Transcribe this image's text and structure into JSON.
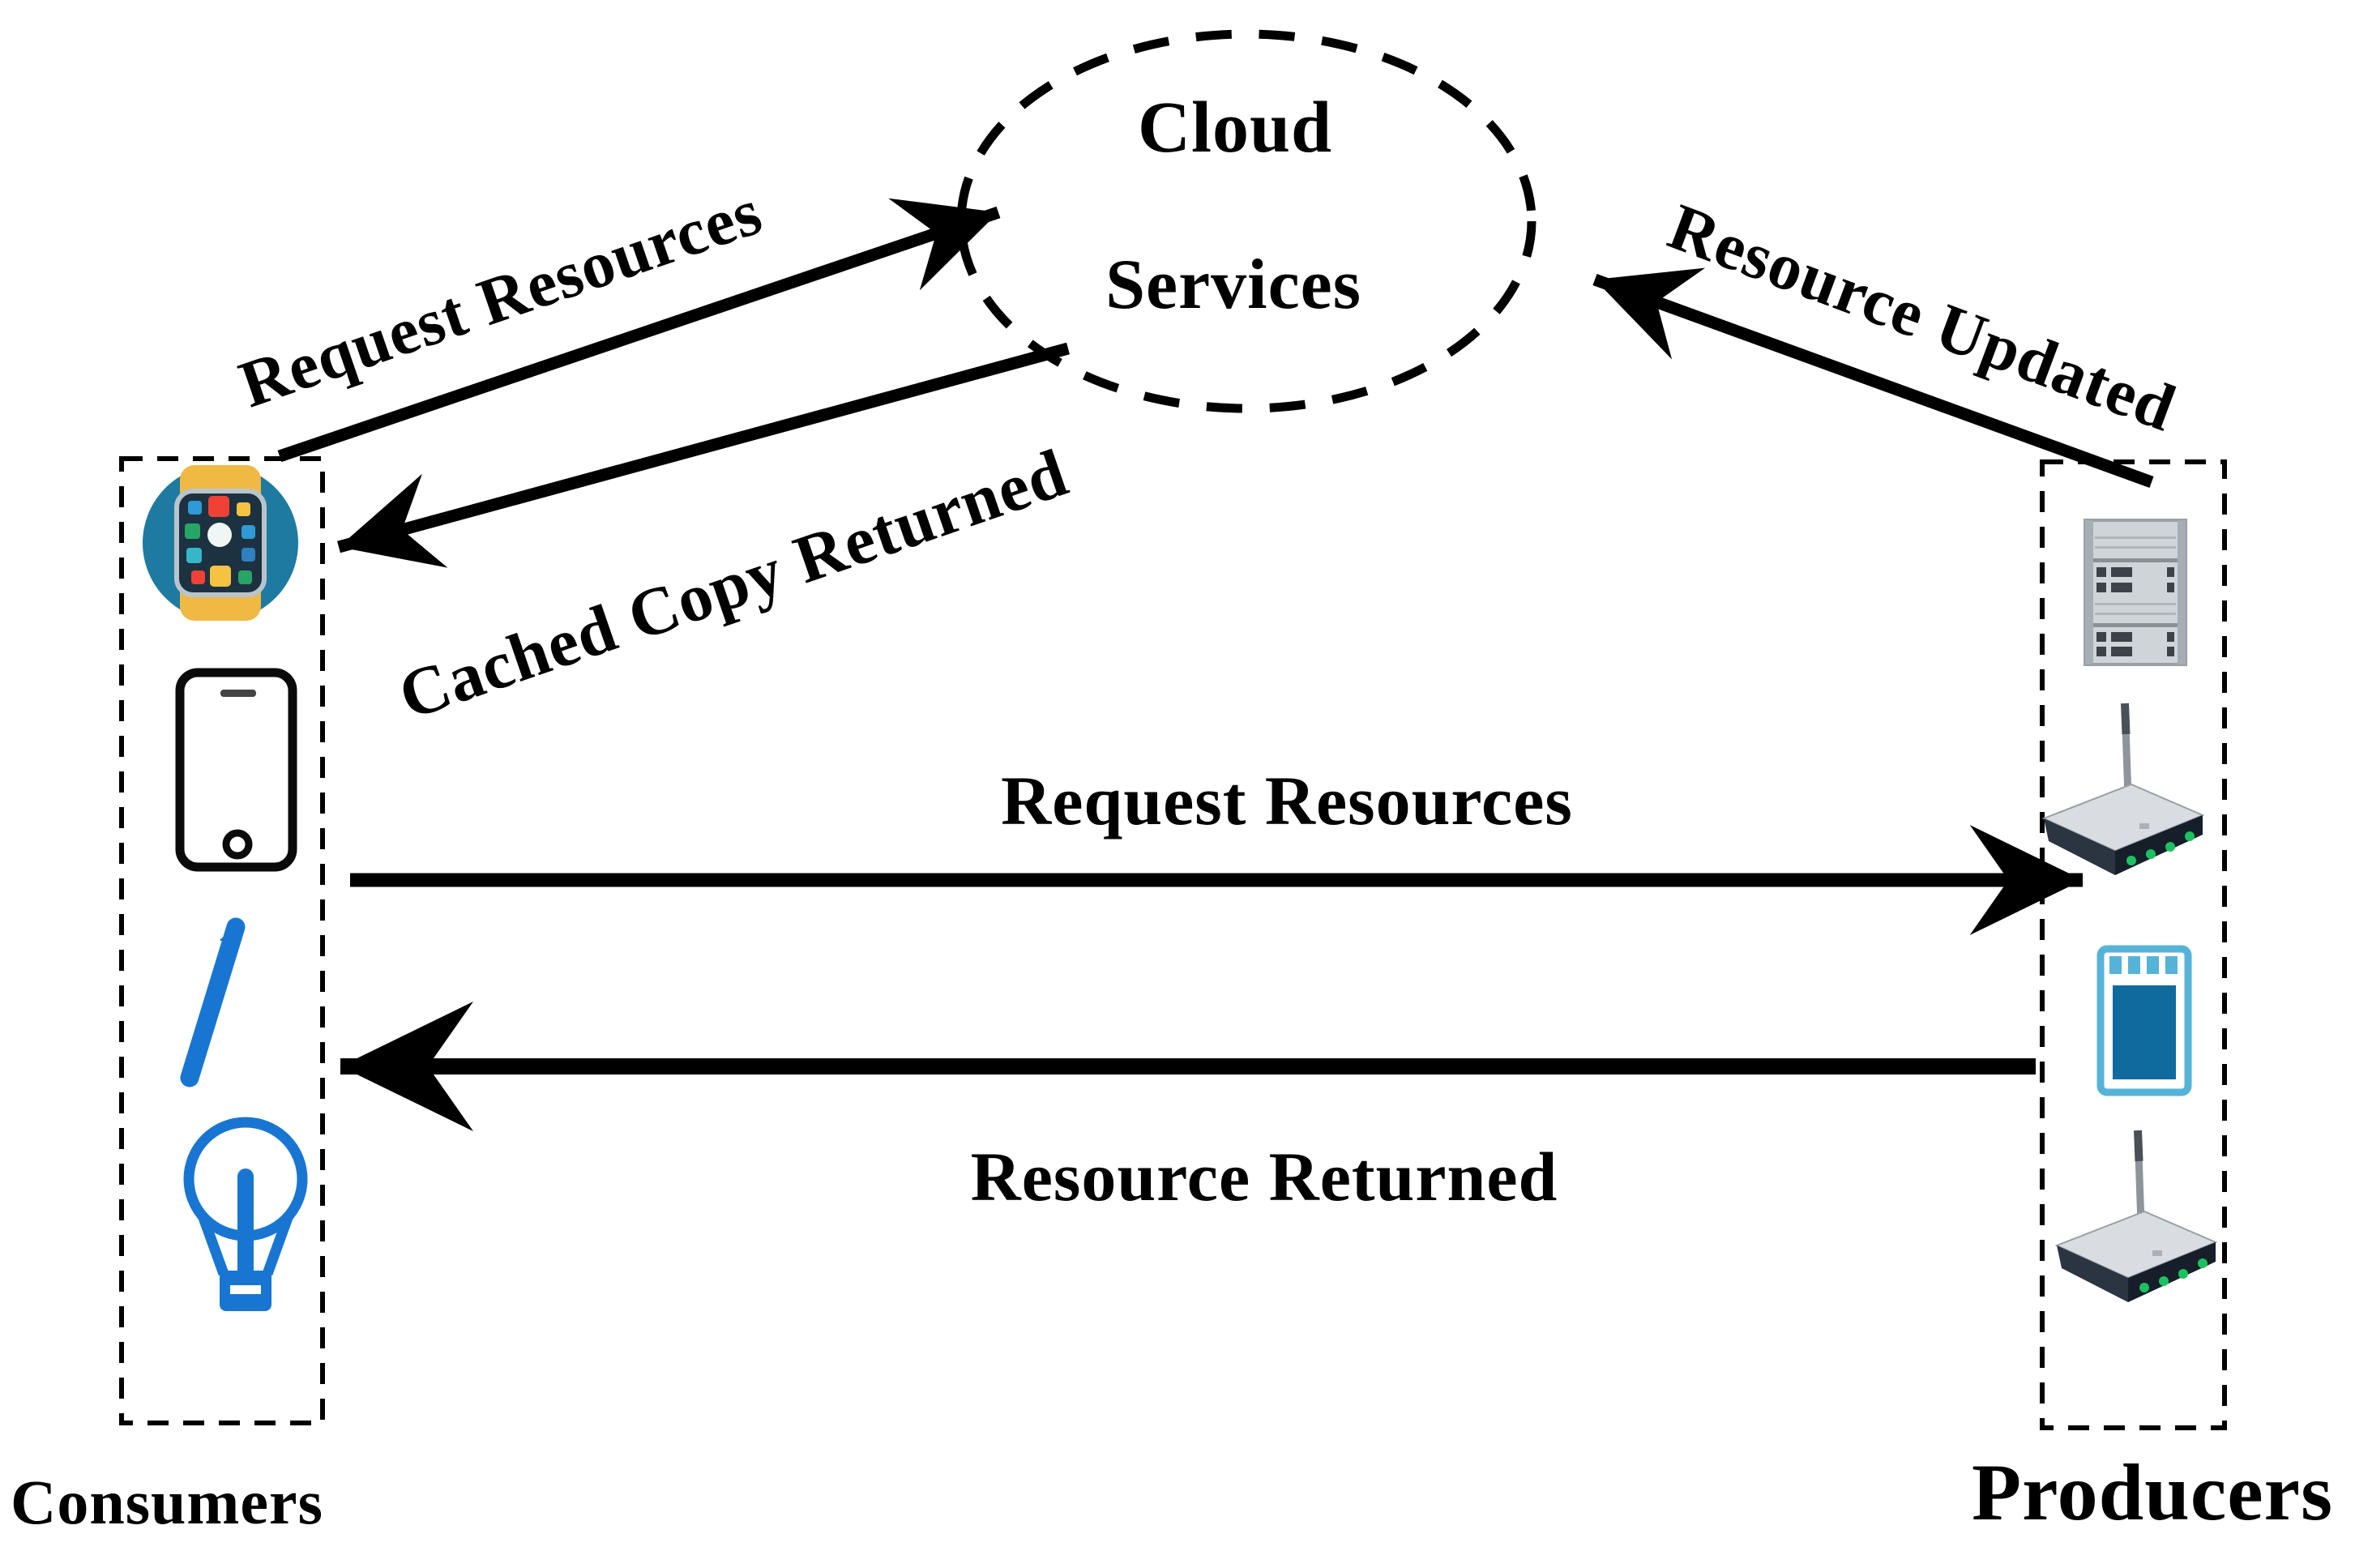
{
  "figure": {
    "type": "network-diagram",
    "cloud": {
      "line1": "Cloud",
      "line2": "Services"
    },
    "arrows": [
      {
        "id": "consumer-to-cloud",
        "label": "Request Resources",
        "from": "Consumers",
        "to": "Cloud Services"
      },
      {
        "id": "cloud-to-consumer",
        "label": "Cached Copy Returned",
        "from": "Cloud Services",
        "to": "Consumers"
      },
      {
        "id": "producer-to-cloud",
        "label": "Resource Updated",
        "from": "Producers",
        "to": "Cloud Services"
      },
      {
        "id": "consumer-to-producer",
        "label": "Request Resources",
        "from": "Consumers",
        "to": "Producers"
      },
      {
        "id": "producer-to-consumer",
        "label": "Resource Returned",
        "from": "Producers",
        "to": "Consumers"
      }
    ],
    "groups": {
      "consumers": {
        "label": "Consumers",
        "icons": [
          "smartwatch-icon",
          "smartphone-icon",
          "stylus-pen-icon",
          "lightbulb-icon"
        ]
      },
      "producers": {
        "label": "Producers",
        "icons": [
          "server-rack-icon",
          "wireless-router-icon",
          "iot-module-icon",
          "wireless-router-icon"
        ]
      }
    },
    "colors": {
      "ink": "#000000",
      "accent_blue": "#1876d2",
      "watch_teal": "#1e7aa0",
      "watch_band_yellow": "#efb944",
      "watch_face_navy": "#1c3240",
      "module_light_blue": "#56b3d8",
      "module_dark_blue": "#0f6b9e",
      "router_green_led": "#1dc15f",
      "device_gray": "#cfd4d8"
    }
  }
}
